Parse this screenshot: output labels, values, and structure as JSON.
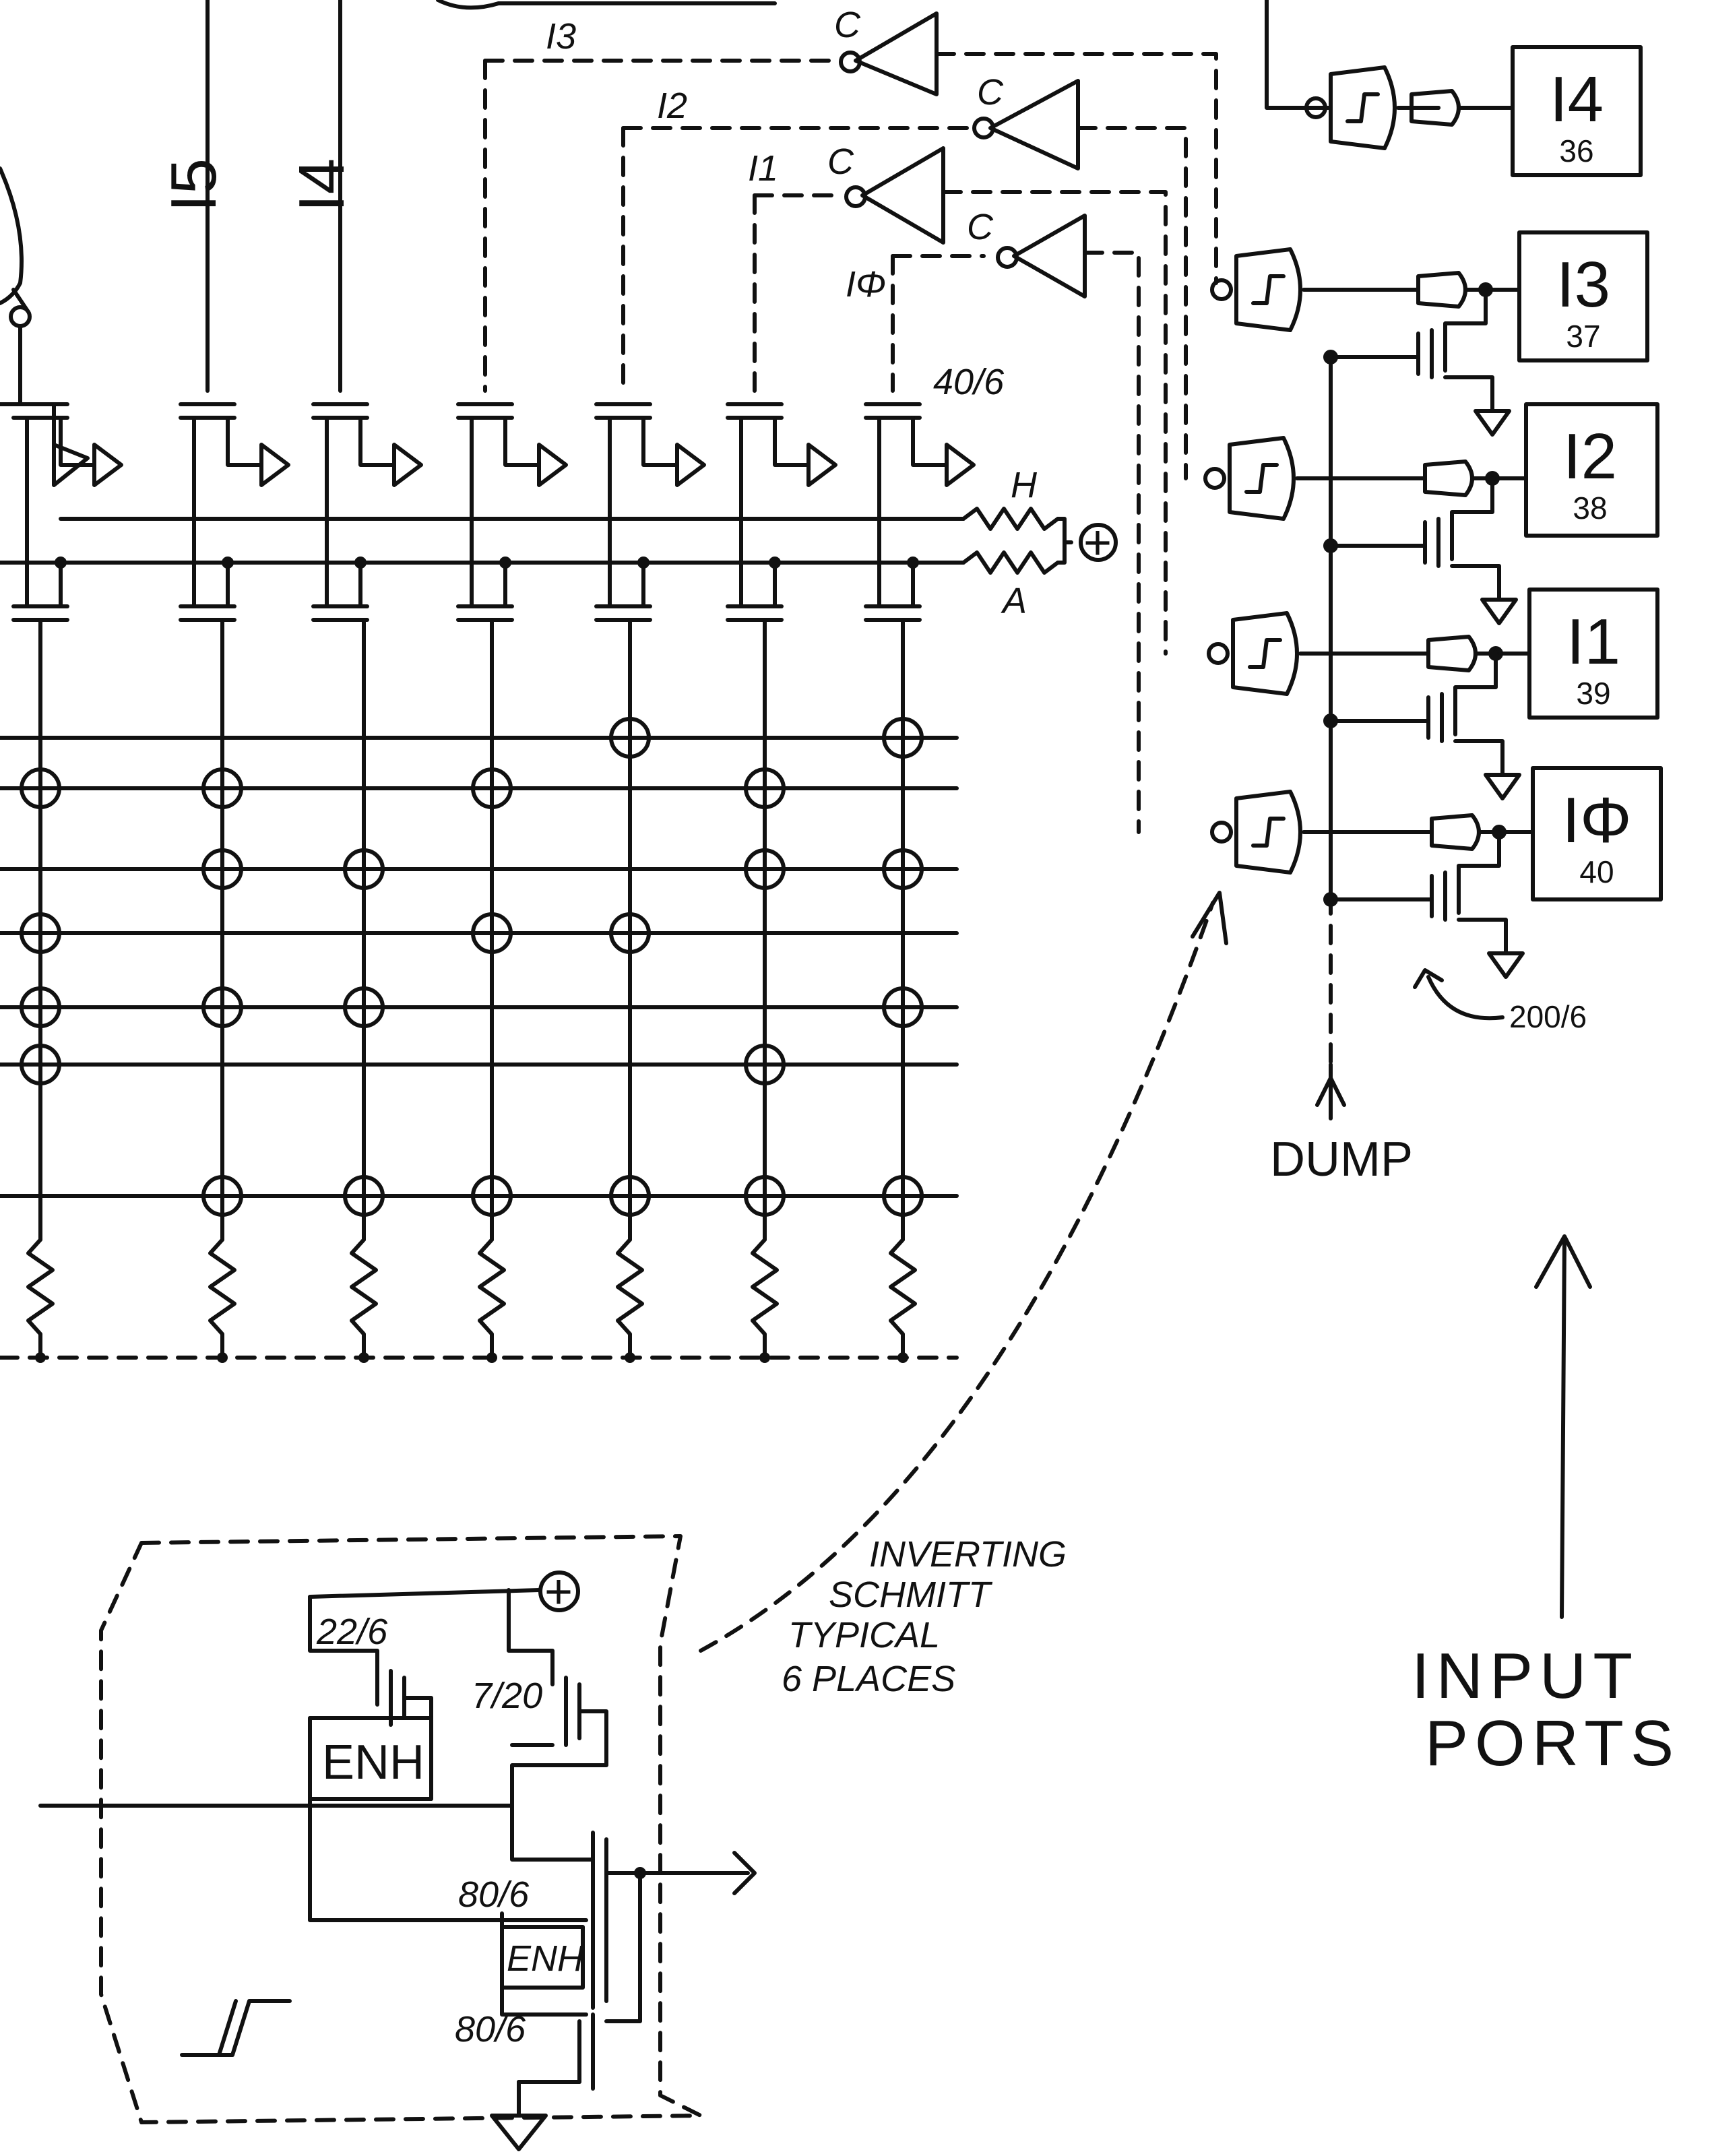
{
  "signals": {
    "top_labels": [
      "I5",
      "I4"
    ],
    "inverter_labels": [
      "I3",
      "I2",
      "I1",
      "IΦ"
    ],
    "clock_labels": [
      "C",
      "C",
      "C",
      "C"
    ]
  },
  "transistor_size": "40/6",
  "resistor_labels": [
    "H",
    "A"
  ],
  "plus_symbol": "+",
  "input_ports": [
    {
      "name": "I4",
      "pin": "36"
    },
    {
      "name": "I3",
      "pin": "37"
    },
    {
      "name": "I2",
      "pin": "38"
    },
    {
      "name": "I1",
      "pin": "39"
    },
    {
      "name": "IΦ",
      "pin": "40"
    }
  ],
  "dump_size": "200/6",
  "dump_label": "DUMP",
  "callout": {
    "lines": [
      "INVERTING",
      "SCHMITT",
      "TYPICAL",
      "6 PLACES"
    ]
  },
  "title": {
    "lines": [
      "INPUT",
      "PORTS"
    ]
  },
  "schmitt_detail": {
    "sizes": [
      "22/6",
      "7/20",
      "80/6",
      "80/6"
    ],
    "enh_labels": [
      "ENH",
      "ENH"
    ],
    "plus_symbol": "+"
  }
}
